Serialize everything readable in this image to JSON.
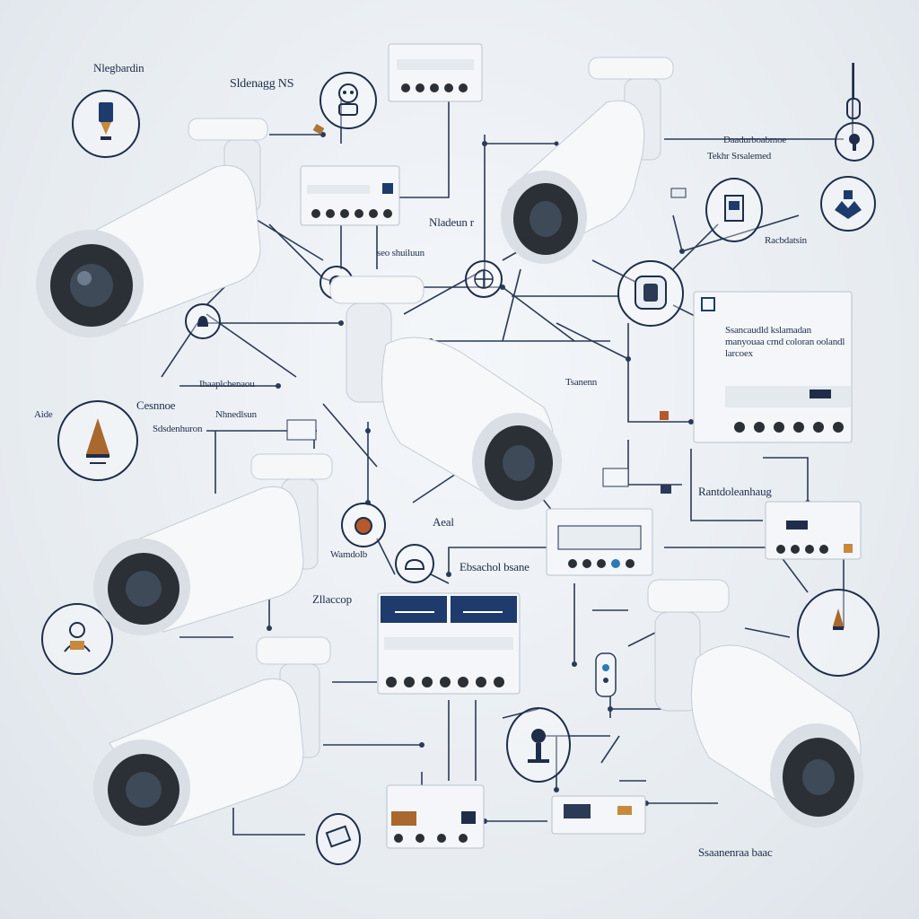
{
  "diagram": {
    "labels": {
      "top_left": "Nlegbardin",
      "top_center": "Sldenagg NS",
      "top_right_1": "Daadurboabmoe",
      "top_right_2": "Tekhr Srsalemed",
      "right_mid": "Racbdatsin",
      "center_mid": "Nladeun r",
      "center_small": "seo shuiluun",
      "mid_left_1": "Ihaaplchenaou",
      "mid_left_2": "Cesnnoe",
      "mid_left_3": "Sdsdenhuron",
      "mid_left_4": "Nhnedlsun",
      "left_small": "Aide",
      "center_right": "Tsanenn",
      "panel_text": "Ssancaudld kslamadan manyouaa crnd coloran oolandl larcoex",
      "right_lower": "Rantdoleanhaug",
      "center_lower": "Aeal",
      "lower_left_1": "Wamdolb",
      "lower_center": "Ebsachol bsane",
      "lower_left_2": "Zllaccop",
      "bottom_right": "Ssaanenraa baac"
    }
  }
}
